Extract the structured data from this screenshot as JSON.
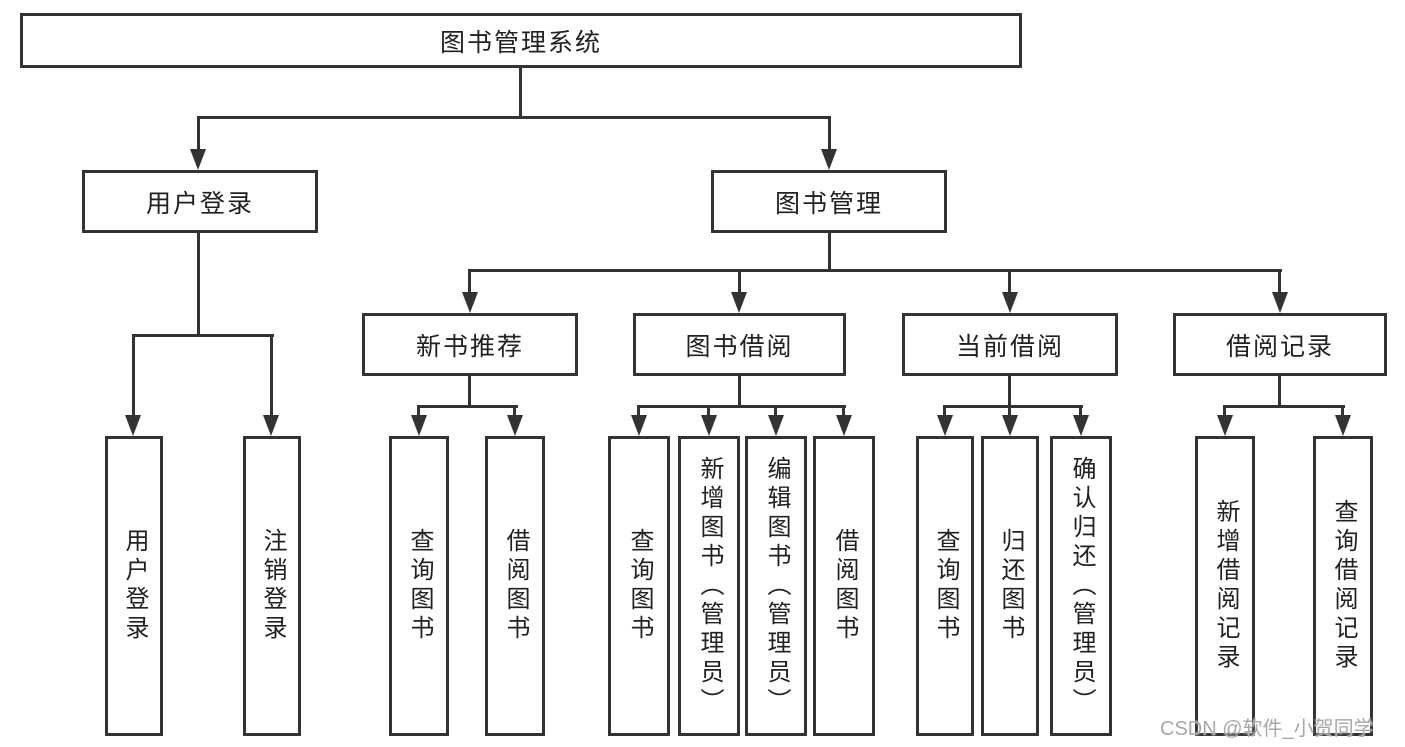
{
  "root": {
    "label": "图书管理系统"
  },
  "branches": [
    {
      "label": "用户登录",
      "leaves": [
        {
          "label": "用户登录"
        },
        {
          "label": "注销登录"
        }
      ]
    },
    {
      "label": "图书管理",
      "sections": [
        {
          "label": "新书推荐",
          "leaves": [
            {
              "label": "查询图书"
            },
            {
              "label": "借阅图书"
            }
          ]
        },
        {
          "label": "图书借阅",
          "leaves": [
            {
              "label": "查询图书"
            },
            {
              "label": "新增图书（管理员）"
            },
            {
              "label": "编辑图书（管理员）"
            },
            {
              "label": "借阅图书"
            }
          ]
        },
        {
          "label": "当前借阅",
          "leaves": [
            {
              "label": "查询图书"
            },
            {
              "label": "归还图书"
            },
            {
              "label": "确认归还（管理员）"
            }
          ]
        },
        {
          "label": "借阅记录",
          "leaves": [
            {
              "label": "新增借阅记录"
            },
            {
              "label": "查询借阅记录"
            }
          ]
        }
      ]
    }
  ],
  "watermark": "CSDN @软件_小贺同学",
  "colors": {
    "line": "#333333",
    "text": "#212121",
    "background": "#ffffff",
    "watermark": "#a8a8a8"
  }
}
